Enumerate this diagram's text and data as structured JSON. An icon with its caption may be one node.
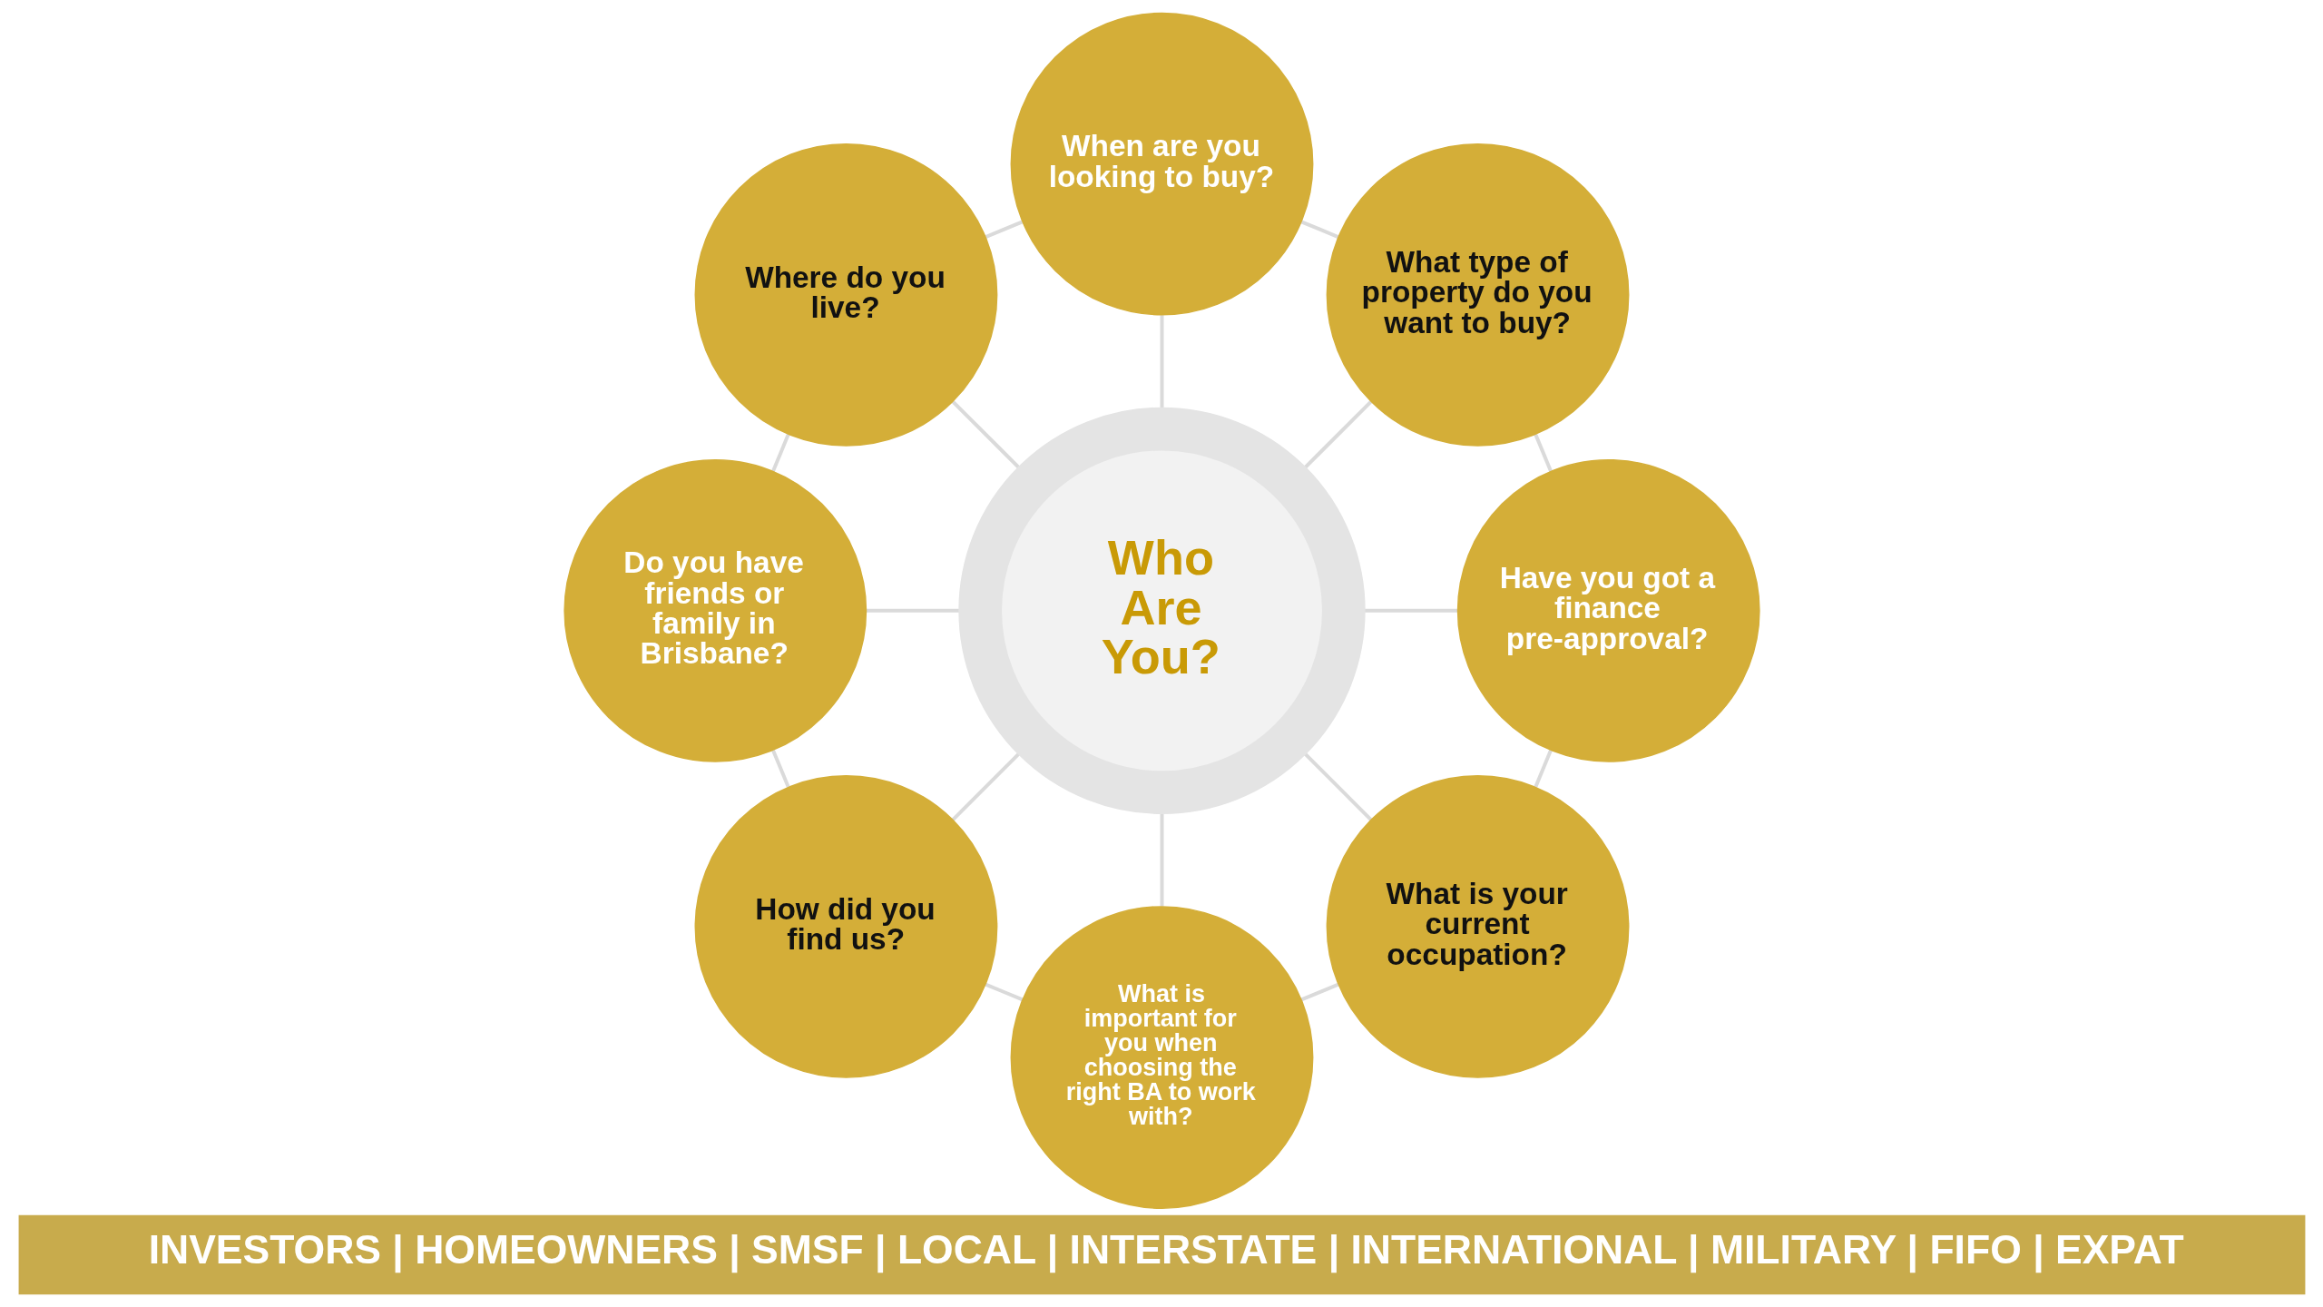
{
  "diagram": {
    "nodes": [
      {
        "text": [
          "Who Are You?"
        ]
      },
      {
        "text": [
          "When are you looking to buy?"
        ]
      },
      {
        "text": [
          "What type of property do you want to buy?"
        ]
      },
      {
        "text": [
          "Have you got a finance pre-approval?"
        ]
      },
      {
        "text": [
          "What is your current occupation?"
        ]
      },
      {
        "text": [
          "What is important for you when choosing the right BA to work with?"
        ]
      },
      {
        "text": [
          "How did you find us?"
        ]
      },
      {
        "text": [
          "Do you have friends or family in Brisbane?"
        ]
      },
      {
        "text": [
          "Where do you live?"
        ]
      },
      {
        "text": [
          "INVESTORS | HOMEOWNERS | SMSF | LOCAL | INTERSTATE | INTERNATIONAL | MILITARY | FIFO | EXPAT"
        ]
      }
    ],
    "edges": [
      {
        "from": 0,
        "to": 1,
        "arrow": "none"
      },
      {
        "from": 0,
        "to": 2,
        "arrow": "none"
      },
      {
        "from": 0,
        "to": 3,
        "arrow": "none"
      },
      {
        "from": 0,
        "to": 4,
        "arrow": "none"
      },
      {
        "from": 0,
        "to": 5,
        "arrow": "none"
      },
      {
        "from": 0,
        "to": 6,
        "arrow": "none"
      },
      {
        "from": 0,
        "to": 7,
        "arrow": "none"
      },
      {
        "from": 0,
        "to": 8,
        "arrow": "none"
      },
      {
        "from": 1,
        "to": 2,
        "arrow": "none"
      },
      {
        "from": 2,
        "to": 3,
        "arrow": "none"
      },
      {
        "from": 3,
        "to": 4,
        "arrow": "none"
      },
      {
        "from": 4,
        "to": 5,
        "arrow": "none"
      },
      {
        "from": 5,
        "to": 6,
        "arrow": "none"
      },
      {
        "from": 6,
        "to": 7,
        "arrow": "none"
      },
      {
        "from": 7,
        "to": 8,
        "arrow": "none"
      },
      {
        "from": 8,
        "to": 1,
        "arrow": "none"
      }
    ]
  }
}
